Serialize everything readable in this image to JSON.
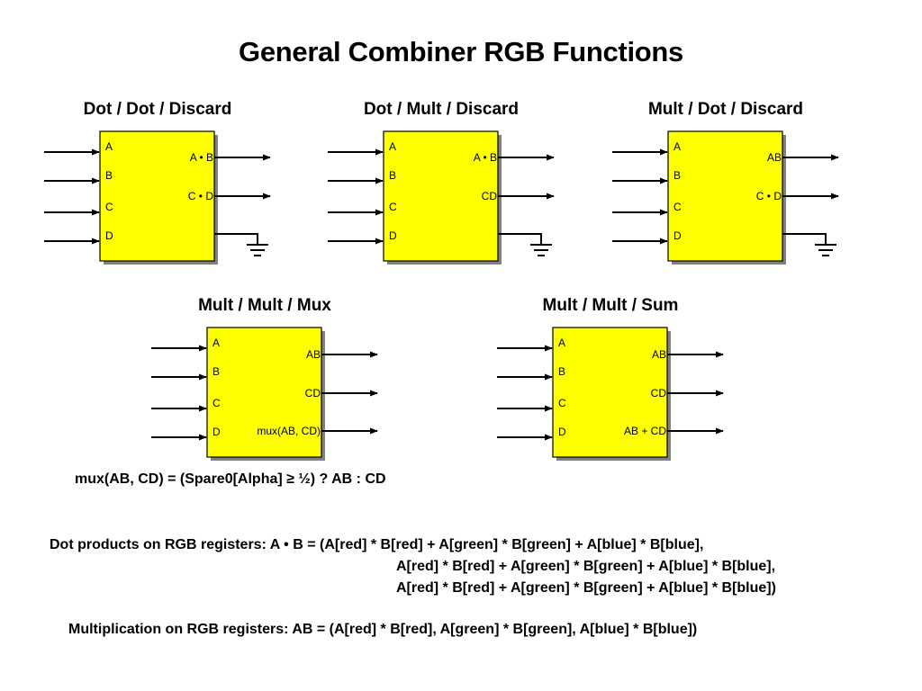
{
  "page": {
    "title": "General Combiner RGB Functions",
    "mux_formula": "mux(AB, CD) = (Spare0[Alpha] ≥ ½) ? AB : CD",
    "dot_products": {
      "line1": "Dot products on RGB registers:  A • B = (A[red] * B[red] + A[green] * B[green] + A[blue] * B[blue],",
      "line2": "A[red] * B[red] + A[green] * B[green] + A[blue] * B[blue],",
      "line3": "A[red] * B[red] + A[green] * B[green] + A[blue] * B[blue])"
    },
    "multiplication": "Multiplication on RGB registers: AB = (A[red] * B[red], A[green] * B[green], A[blue] * B[blue])"
  },
  "combiners": [
    {
      "title": "Dot / Dot / Discard",
      "inputs": [
        "A",
        "B",
        "C",
        "D"
      ],
      "outputs": [
        "A • B",
        "C • D"
      ]
    },
    {
      "title": "Dot / Mult / Discard",
      "inputs": [
        "A",
        "B",
        "C",
        "D"
      ],
      "outputs": [
        "A • B",
        "CD"
      ]
    },
    {
      "title": "Mult / Dot / Discard",
      "inputs": [
        "A",
        "B",
        "C",
        "D"
      ],
      "outputs": [
        "AB",
        "C • D"
      ]
    },
    {
      "title": "Mult / Mult / Mux",
      "inputs": [
        "A",
        "B",
        "C",
        "D"
      ],
      "outputs": [
        "AB",
        "CD",
        "mux(AB, CD)"
      ]
    },
    {
      "title": "Mult / Mult / Sum",
      "inputs": [
        "A",
        "B",
        "C",
        "D"
      ],
      "outputs": [
        "AB",
        "CD",
        "AB + CD"
      ]
    }
  ],
  "colors": {
    "block_fill": "#ffff00",
    "block_shadow": "#808080",
    "line": "#000000"
  },
  "icons": {
    "discard": "ground-icon",
    "input": "arrow-right-icon",
    "output": "arrow-right-icon"
  }
}
